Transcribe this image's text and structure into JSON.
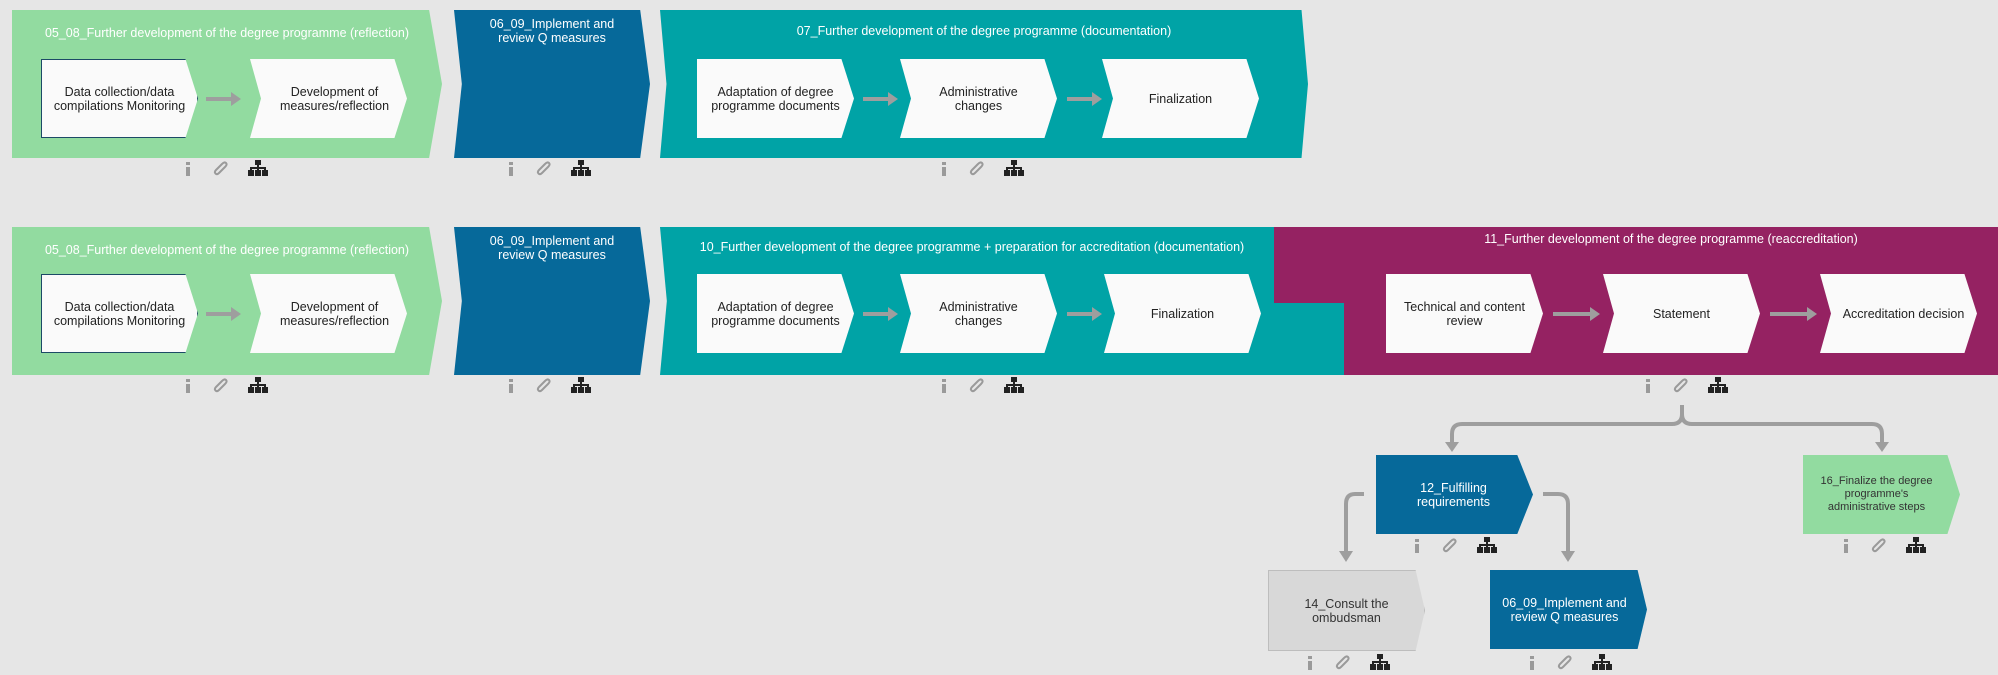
{
  "colors": {
    "green": "#92dba0",
    "blue": "#06699a",
    "teal": "#00a3a6",
    "magenta": "#952262",
    "grey_box": "#d8d8d8",
    "step_bg": "#fafafa",
    "connector": "#9e9e9e"
  },
  "row1": {
    "p05": {
      "title": "05_08_Further development of the degree programme (reflection)",
      "steps": [
        "Data  collection/data compilations Monitoring",
        "Development of measures/reflection"
      ]
    },
    "p06": {
      "title": "06_09_Implement and review Q measures"
    },
    "p07": {
      "title": "07_Further development of the degree programme  (documentation)",
      "steps": [
        "Adaptation of degree programme documents",
        "Administrative changes",
        "Finalization"
      ]
    }
  },
  "row2": {
    "p05": {
      "title": "05_08_Further development of the degree programme (reflection)",
      "steps": [
        "Data  collection/data compilations Monitoring",
        "Development of measures/reflection"
      ]
    },
    "p06": {
      "title": "06_09_Implement and review Q measures"
    },
    "p10": {
      "title": "10_Further development of the degree programme + preparation for accreditation (documentation)",
      "steps": [
        "Adaptation of degree programme documents",
        "Administrative changes",
        "Finalization"
      ]
    },
    "p11": {
      "title": "11_Further development of the degree programme (reaccreditation)",
      "steps": [
        "Technical and content review",
        "Statement",
        "Accreditation decision"
      ]
    }
  },
  "subprocesses": {
    "p12": "12_Fulfilling requirements",
    "p16": "16_Finalize the degree programme's administrative steps",
    "p14": "14_Consult the ombudsman",
    "p06b": "06_09_Implement and review Q measures"
  },
  "icons": [
    "info-icon",
    "paperclip-icon",
    "hierarchy-icon"
  ]
}
